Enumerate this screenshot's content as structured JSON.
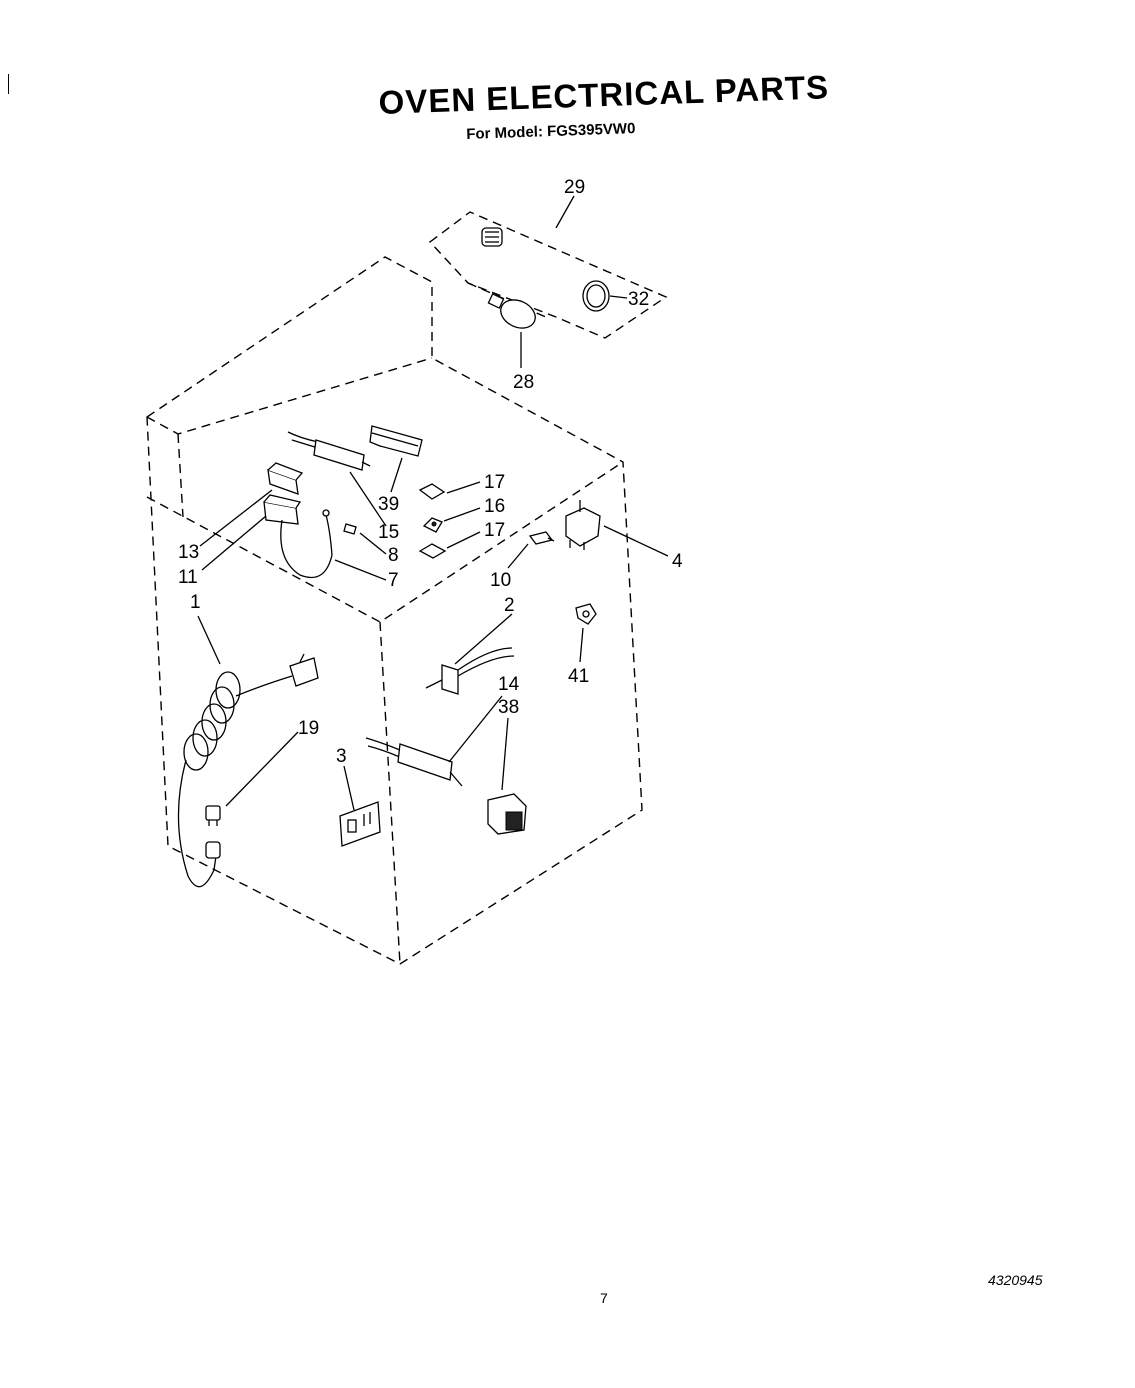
{
  "header": {
    "title": "OVEN ELECTRICAL PARTS",
    "subtitle": "For Model: FGS395VW0"
  },
  "footer": {
    "document_number": "4320945",
    "page_number": "7"
  },
  "callouts": {
    "c29": "29",
    "c32": "32",
    "c28": "28",
    "c39": "39",
    "c15": "15",
    "c17a": "17",
    "c16": "16",
    "c17b": "17",
    "c13": "13",
    "c11": "11",
    "c8": "8",
    "c7": "7",
    "c1": "1",
    "c10": "10",
    "c4": "4",
    "c2": "2",
    "c41": "41",
    "c14": "14",
    "c38": "38",
    "c19": "19",
    "c3": "3"
  }
}
